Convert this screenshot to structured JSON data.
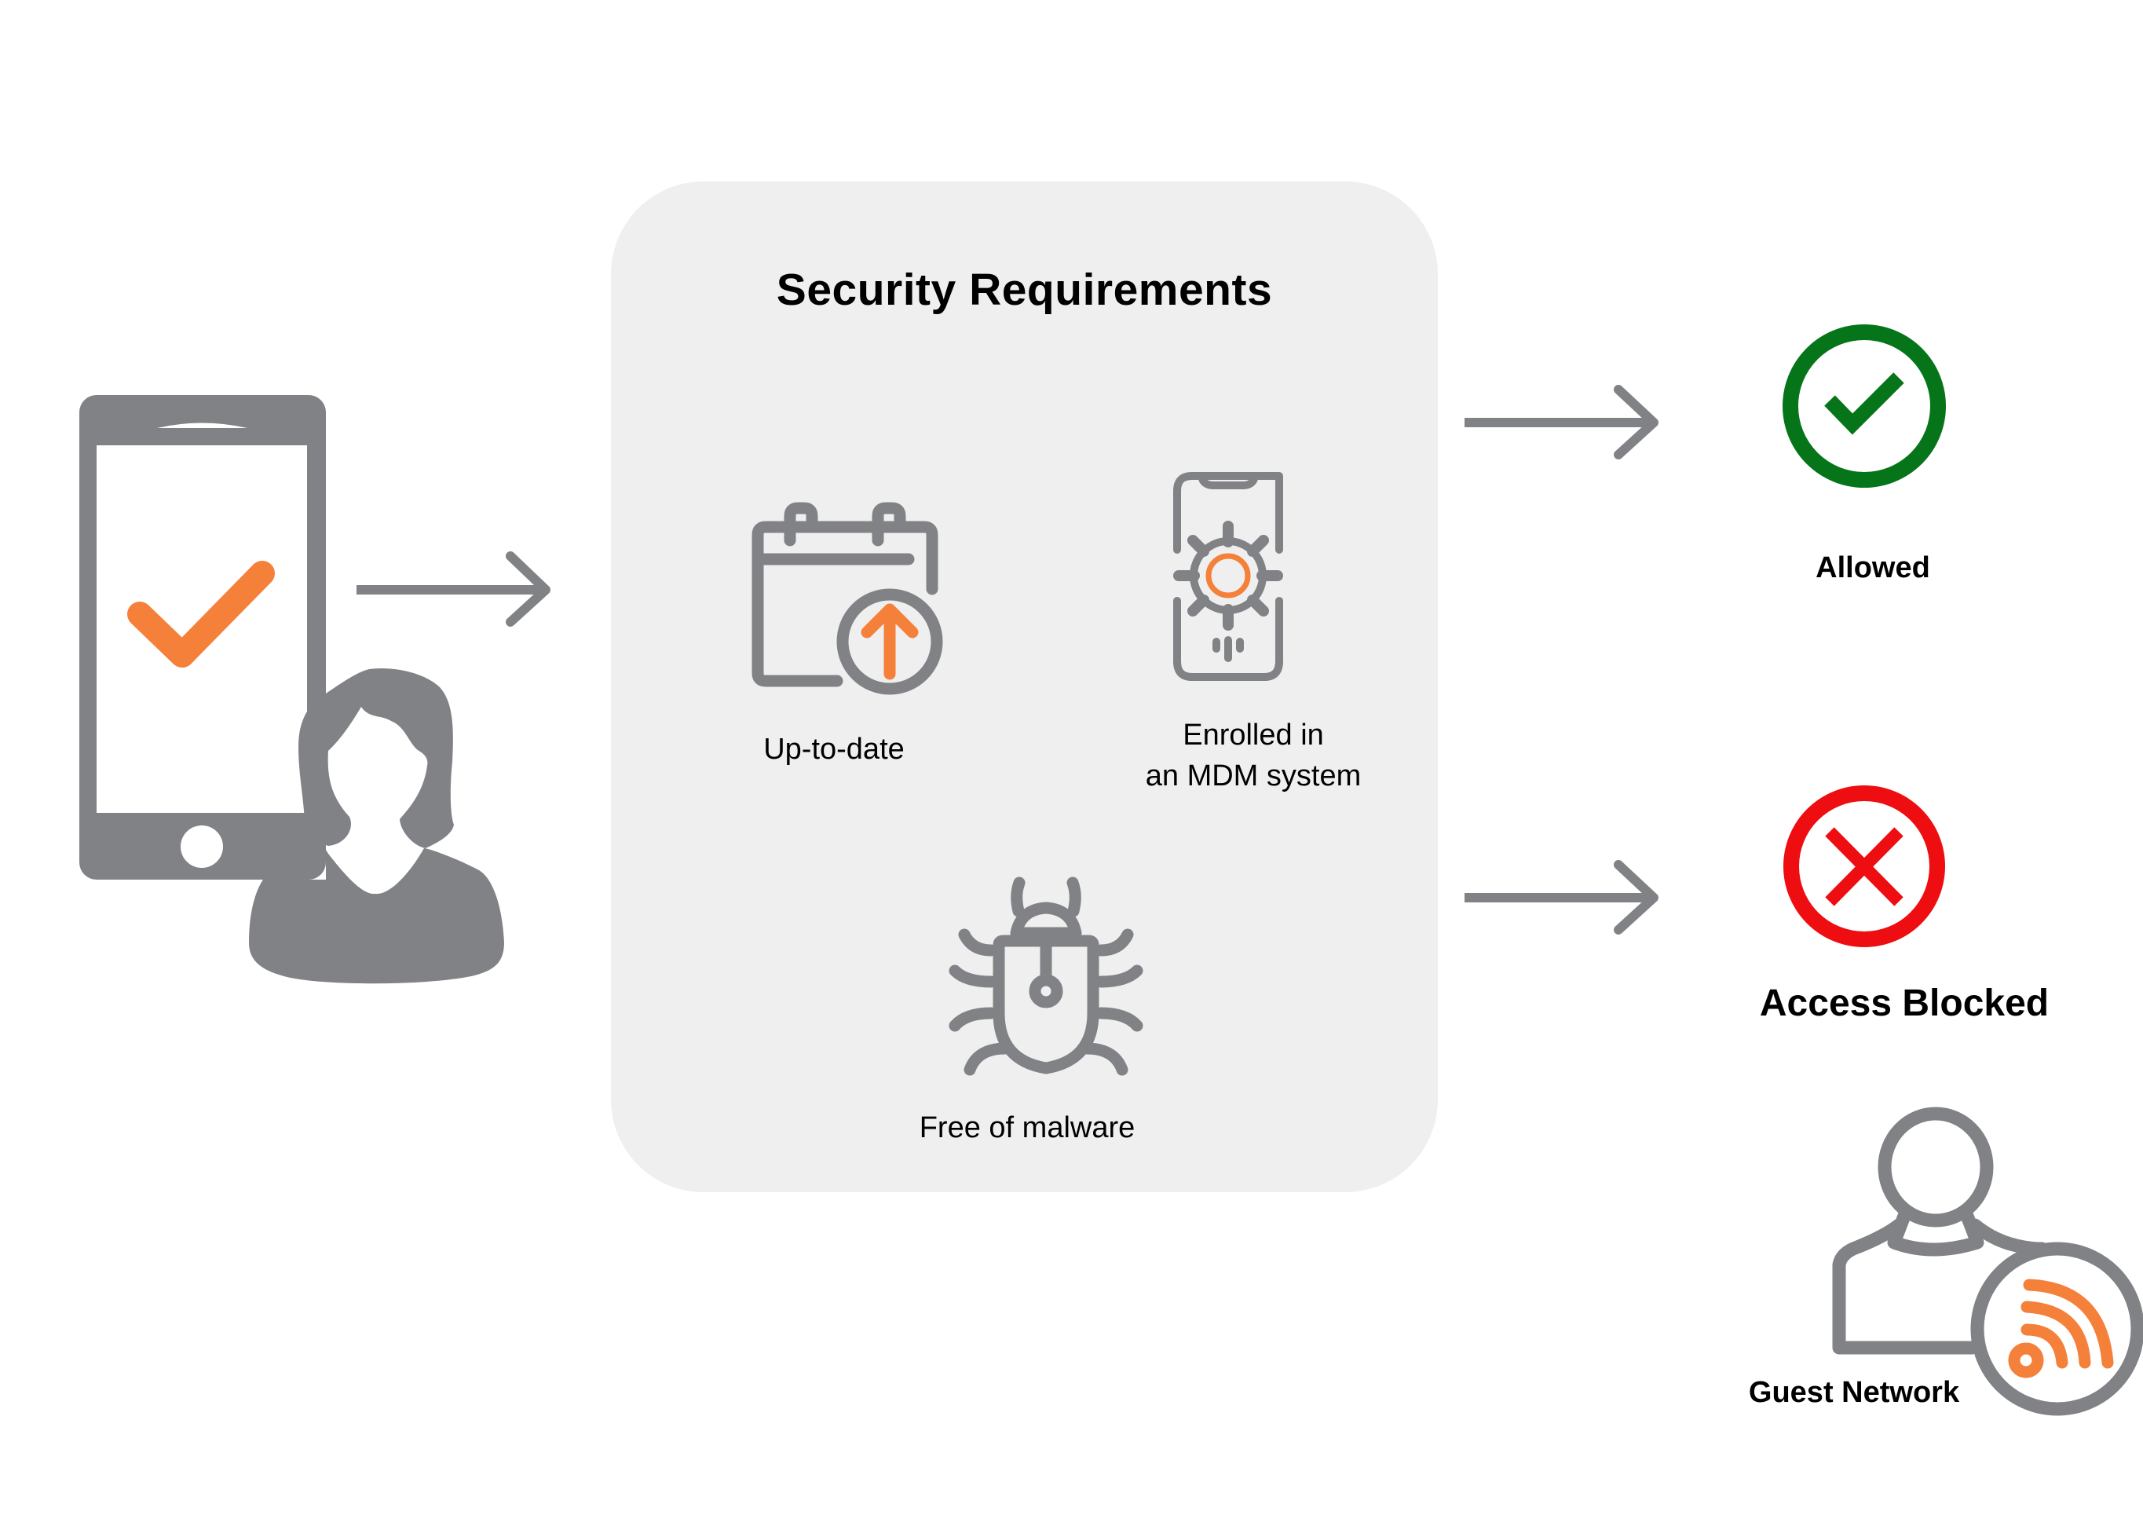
{
  "panel": {
    "title": "Security Requirements",
    "requirements": [
      {
        "id": "up-to-date",
        "label": "Up-to-date",
        "icon": "calendar-update-icon"
      },
      {
        "id": "mdm",
        "label_line1": "Enrolled in",
        "label_line2": "an MDM system",
        "icon": "phone-gear-icon"
      },
      {
        "id": "malware",
        "label": "Free of malware",
        "icon": "bug-icon"
      }
    ]
  },
  "source": {
    "device_icon": "smartphone-check-icon",
    "user_icon": "woman-user-icon"
  },
  "outcomes": {
    "allowed": {
      "label": "Allowed",
      "icon": "check-circle-icon",
      "color": "#06751a"
    },
    "blocked": {
      "label": "Access Blocked",
      "icon": "x-circle-icon",
      "color": "#ee0d10"
    },
    "guest": {
      "label": "Guest Network",
      "icon": "guest-user-wifi-icon"
    }
  },
  "colors": {
    "icon_gray": "#818285",
    "accent_orange": "#f4803a",
    "panel_bg": "#efefef",
    "text": "#000000"
  }
}
